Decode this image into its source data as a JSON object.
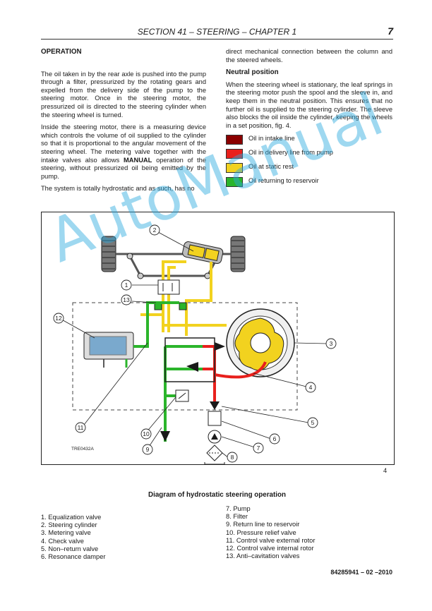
{
  "header": {
    "title": "SECTION 41 – STEERING – CHAPTER 1",
    "page": "7"
  },
  "left": {
    "heading": "OPERATION",
    "p1": "The oil taken in by the rear axle is pushed into the pump through a filter, pressurized by the rotating gears and expelled from the delivery side of the pump to the steering motor. Once in the steering motor, the pressurized oil is directed to the steering cylinder when the steering wheel is turned.",
    "p2_a": "Inside the steering motor, there is a measuring device which controls the volume of oil supplied to the cylinder so that it is proportional to the angular movement of the steering wheel. The metering valve together with the intake valves also allows",
    "p2_bold": "MANUAL",
    "p2_b": "operation of the steering, without pressurized oil being emitted by the pump.",
    "p3": "The system is totally hydrostatic and as such, has no"
  },
  "right": {
    "p0": "direct mechanical connection between the column and the steered wheels.",
    "heading": "Neutral position",
    "p1": "When the steering wheel is stationary, the leaf springs in the steering motor push the spool and the sleeve in, and keep them in the neutral position. This ensures that no further oil is supplied to the steering cylinder. The sleeve also blocks the oil inside the cylinder, keeping the wheels in a set position, fig. 4.",
    "legend": [
      {
        "label": "Oil in intake line",
        "color": "#8b0000"
      },
      {
        "label": "Oil in delivery line from pump",
        "color": "#e8201c"
      },
      {
        "label": "Oil at static rest",
        "color": "#f2d21f"
      },
      {
        "label": "Oil returning to reservoir",
        "color": "#2bb52b"
      }
    ]
  },
  "figure": {
    "callouts": [
      "1",
      "2",
      "3",
      "4",
      "5",
      "6",
      "7",
      "8",
      "9",
      "10",
      "11",
      "12",
      "13"
    ],
    "code": "TRE0432A",
    "number": "4",
    "watermark": "AutoManual"
  },
  "caption": "Diagram of hydrostatic steering operation",
  "parts_left": [
    "1. Equalization valve",
    "2. Steering cylinder",
    "3. Metering valve",
    "4. Check valve",
    "5. Non–return valve",
    "6. Resonance damper"
  ],
  "parts_right": [
    "7. Pump",
    "8. Filter",
    "9. Return line to reservoir",
    "10. Pressure relief valve",
    "11. Control valve external rotor",
    "12. Control valve internal rotor",
    "13. Anti–cavitation valves"
  ],
  "footer": {
    "code": "84285941 – 02 –2010"
  }
}
